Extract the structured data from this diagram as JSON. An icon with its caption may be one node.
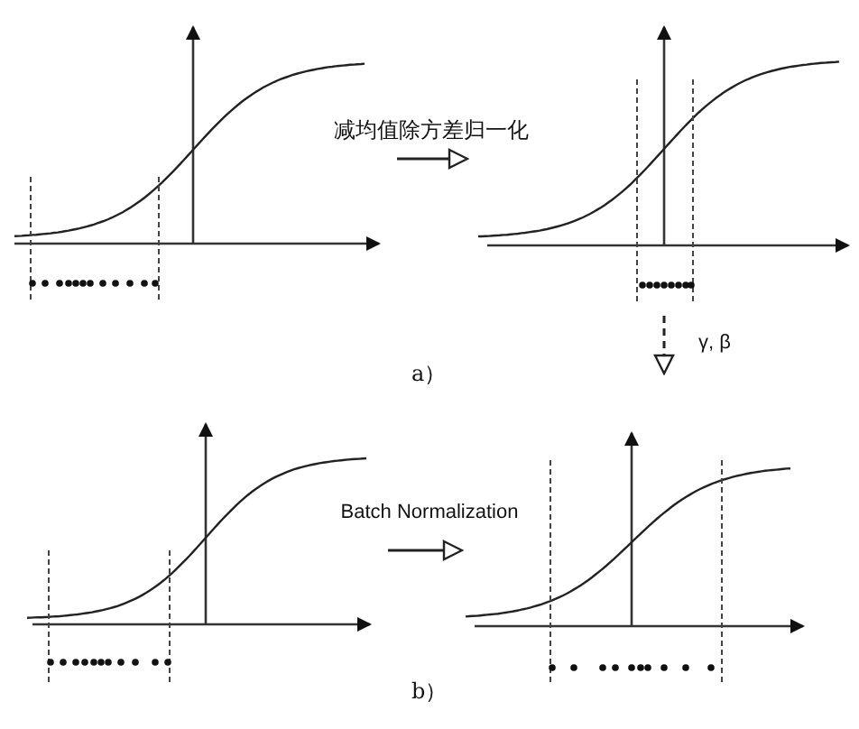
{
  "diagram": {
    "nodes": [
      {
        "text": [],
        "shape": "picture"
      },
      {
        "text": [],
        "shape": "picture"
      },
      {
        "text": [],
        "shape": "picture"
      },
      {
        "text": [],
        "shape": "picture"
      }
    ],
    "edges": [
      {
        "from": 0,
        "to": 1,
        "arrow": "to",
        "label": "减均值除方差归一化"
      },
      {
        "from": 1,
        "to": null,
        "arrow": "to",
        "label": "γ, β",
        "style": "dashed"
      },
      {
        "from": 2,
        "to": 3,
        "arrow": "to",
        "label": "Batch Normalization"
      }
    ],
    "labels": [
      "a）",
      "b）"
    ]
  }
}
